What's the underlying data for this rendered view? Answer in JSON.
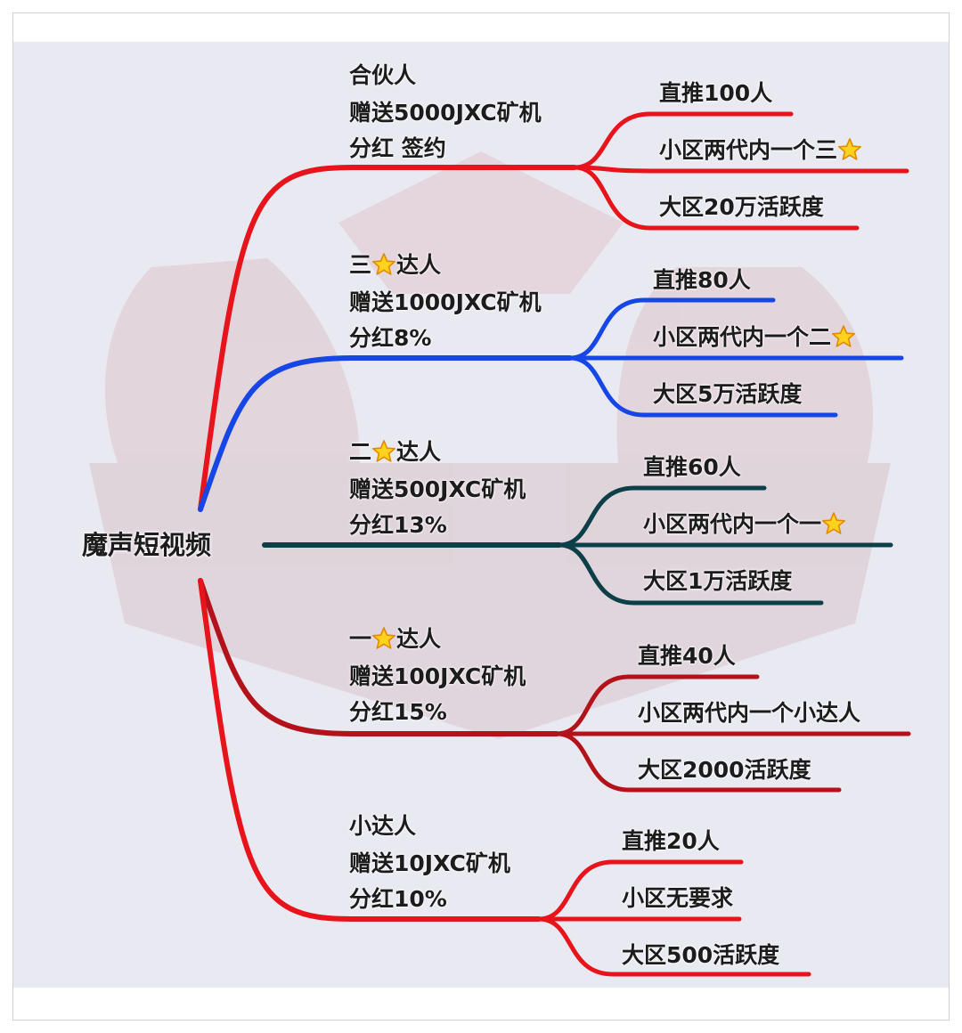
{
  "root": {
    "label": "魔声短视频"
  },
  "colors": {
    "red": "#e8141c",
    "blue": "#1646e6",
    "teal": "#0d3f48",
    "darkred": "#b3121b",
    "star_fill": "#ffd21e",
    "star_stroke": "#e08a00"
  },
  "levels": [
    {
      "title_parts": [
        "合伙人"
      ],
      "gift": "赠送5000JXC矿机",
      "extra": "分红   签约",
      "color": "red",
      "requirements": [
        {
          "text": "直推100人",
          "star": false
        },
        {
          "text": "小区两代内一个三",
          "star": true
        },
        {
          "text": "大区20万活跃度",
          "star": false
        }
      ]
    },
    {
      "title_parts": [
        "三",
        "达人"
      ],
      "gift": "赠送1000JXC矿机",
      "extra": "分红8%",
      "color": "blue",
      "requirements": [
        {
          "text": "直推80人",
          "star": false
        },
        {
          "text": "小区两代内一个二",
          "star": true
        },
        {
          "text": "大区5万活跃度",
          "star": false
        }
      ]
    },
    {
      "title_parts": [
        "二",
        "达人"
      ],
      "gift": "赠送500JXC矿机",
      "extra": "分红13%",
      "color": "teal",
      "requirements": [
        {
          "text": "直推60人",
          "star": false
        },
        {
          "text": "小区两代内一个一",
          "star": true
        },
        {
          "text": "大区1万活跃度",
          "star": false
        }
      ]
    },
    {
      "title_parts": [
        "一",
        "达人"
      ],
      "gift": "赠送100JXC矿机",
      "extra": "分红15%",
      "color": "darkred",
      "requirements": [
        {
          "text": "直推40人",
          "star": false
        },
        {
          "text": "小区两代内一个小达人",
          "star": false
        },
        {
          "text": "大区2000活跃度",
          "star": false
        }
      ]
    },
    {
      "title_parts": [
        "小达人"
      ],
      "gift": "赠送10JXC矿机",
      "extra": "分红10%",
      "color": "red",
      "requirements": [
        {
          "text": "直推20人",
          "star": false
        },
        {
          "text": "小区无要求",
          "star": false
        },
        {
          "text": "大区500活跃度",
          "star": false
        }
      ]
    }
  ]
}
